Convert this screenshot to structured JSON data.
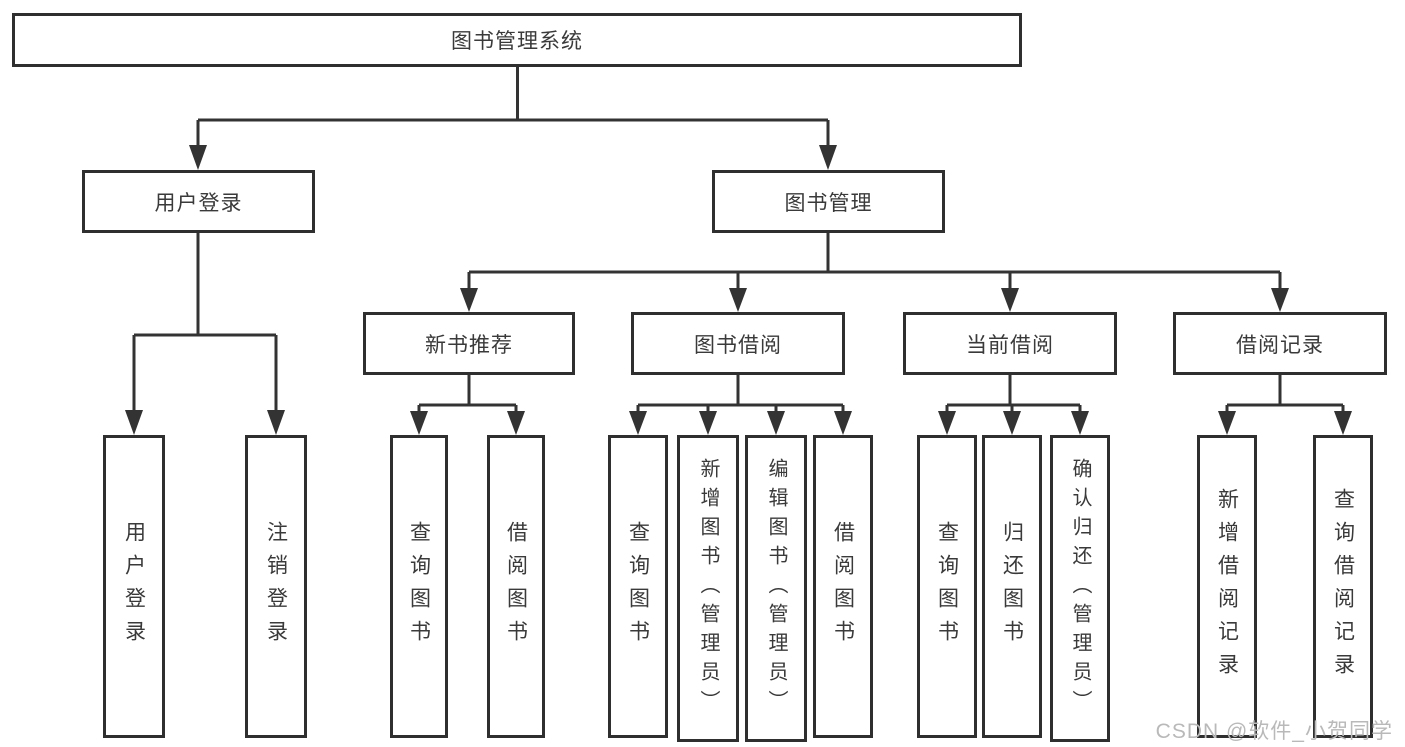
{
  "tree": {
    "root": "图书管理系统",
    "branches": [
      {
        "label": "用户登录",
        "leaves": [
          "用户登录",
          "注销登录"
        ]
      },
      {
        "label": "图书管理",
        "groups": [
          {
            "label": "新书推荐",
            "leaves": [
              "查询图书",
              "借阅图书"
            ]
          },
          {
            "label": "图书借阅",
            "leaves": [
              "查询图书",
              "新增图书（管理员）",
              "编辑图书（管理员）",
              "借阅图书"
            ]
          },
          {
            "label": "当前借阅",
            "leaves": [
              "查询图书",
              "归还图书",
              "确认归还（管理员）"
            ]
          },
          {
            "label": "借阅记录",
            "leaves": [
              "新增借阅记录",
              "查询借阅记录"
            ]
          }
        ]
      }
    ]
  },
  "watermark": "CSDN @软件_小贺同学",
  "colors": {
    "line": "#333333",
    "box_border": "#2f2f2f",
    "text": "#3a3a3a",
    "watermark": "#b9b9b9",
    "background": "#ffffff"
  }
}
